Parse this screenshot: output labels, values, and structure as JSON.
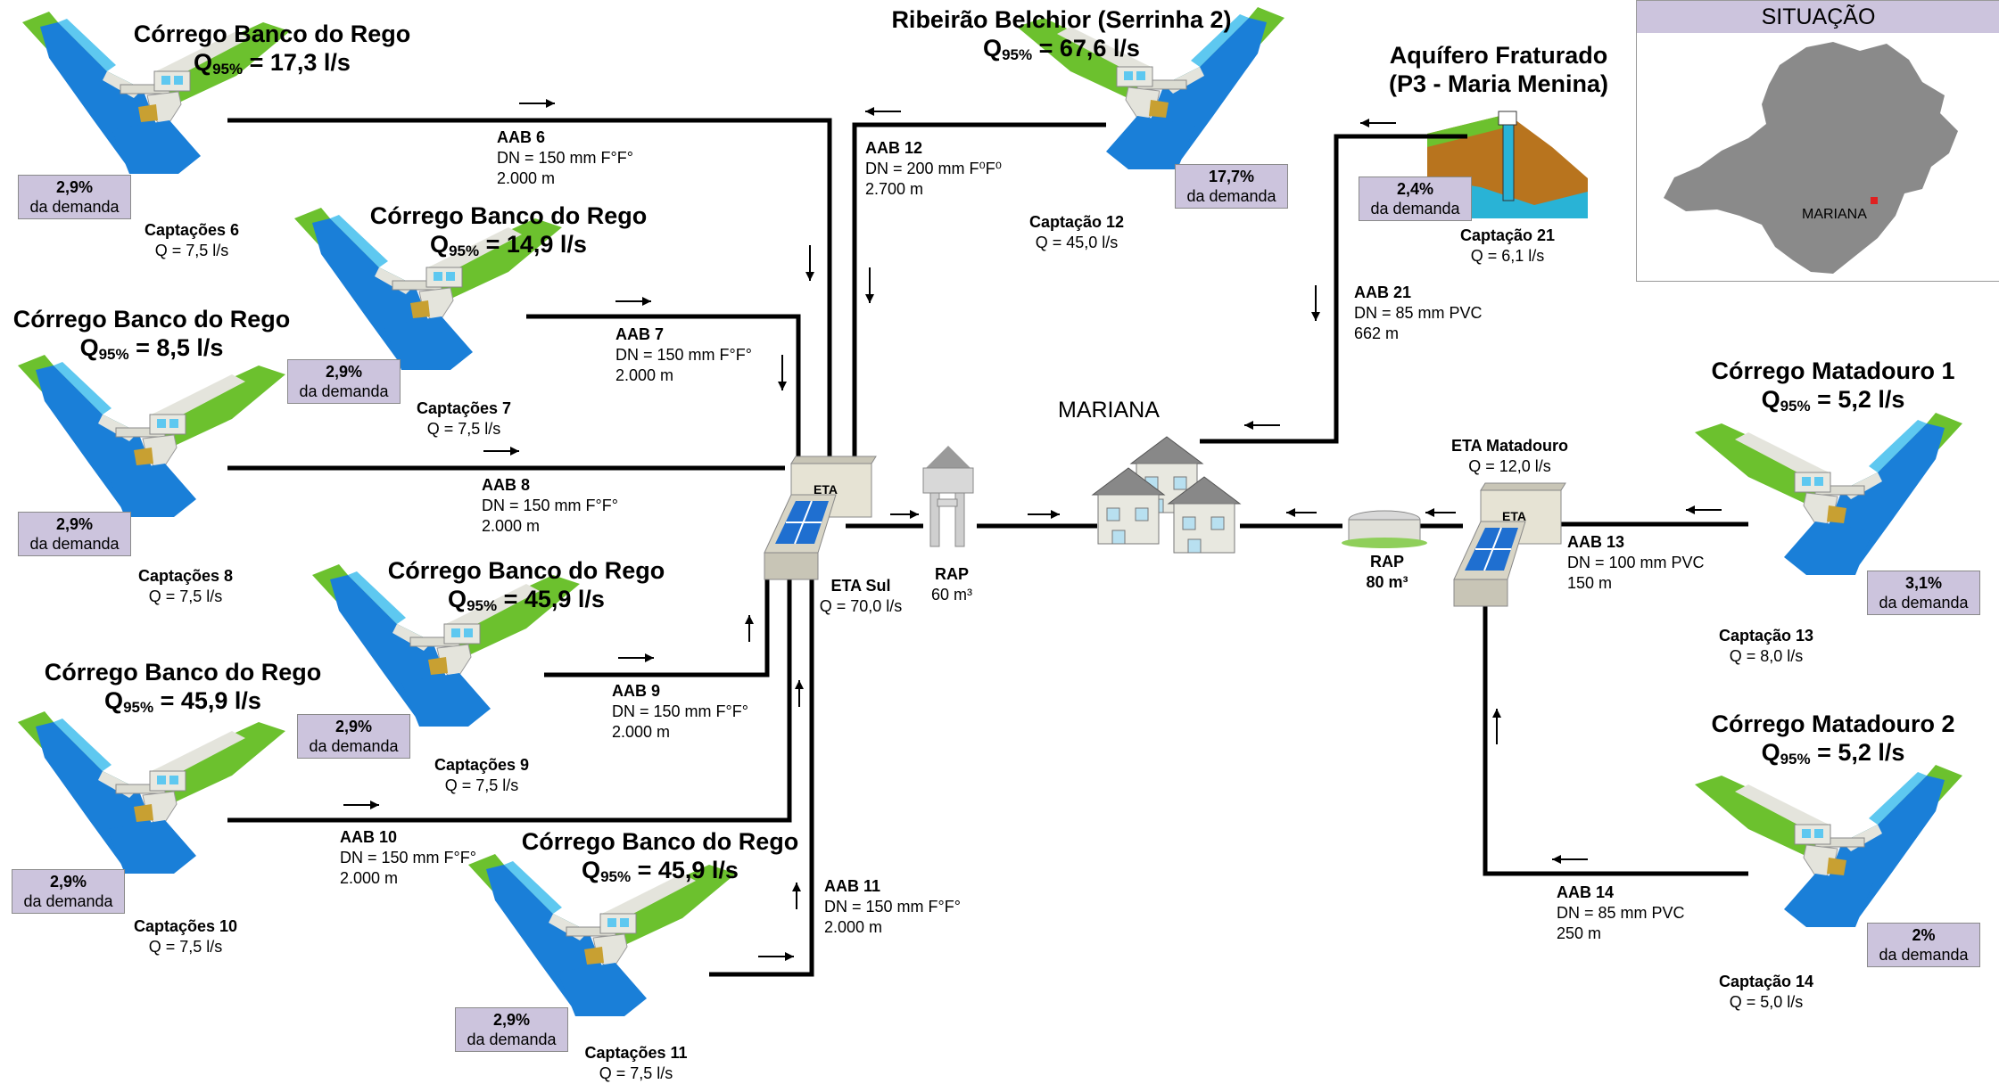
{
  "sources": [
    {
      "title": "Córrego Banco do Rego",
      "q_prefix": "Q",
      "q_sub": "95%",
      "q_value": " = 17,3 l/s"
    },
    {
      "title": "Córrego Banco do Rego",
      "q_prefix": "Q",
      "q_sub": "95%",
      "q_value": " = 14,9 l/s"
    },
    {
      "title": "Córrego Banco do Rego",
      "q_prefix": "Q",
      "q_sub": "95%",
      "q_value": " = 8,5 l/s"
    },
    {
      "title": "Córrego Banco do Rego",
      "q_prefix": "Q",
      "q_sub": "95%",
      "q_value": " = 45,9 l/s"
    },
    {
      "title": "Córrego Banco do Rego",
      "q_prefix": "Q",
      "q_sub": "95%",
      "q_value": " = 45,9 l/s"
    },
    {
      "title": "Córrego Banco do Rego",
      "q_prefix": "Q",
      "q_sub": "95%",
      "q_value": " = 45,9 l/s"
    },
    {
      "title": "Ribeirão Belchior (Serrinha 2)",
      "q_prefix": "Q",
      "q_sub": "95%",
      "q_value": " = 67,6 l/s"
    },
    {
      "title": "Aquífero Fraturado",
      "title2": "(P3 - Maria Menina)"
    },
    {
      "title": "Córrego Matadouro 1",
      "q_prefix": "Q",
      "q_sub": "95%",
      "q_value": " = 5,2 l/s"
    },
    {
      "title": "Córrego Matadouro 2",
      "q_prefix": "Q",
      "q_sub": "95%",
      "q_value": " = 5,2 l/s"
    }
  ],
  "captures": [
    {
      "name": "Captações 6",
      "flow": "Q = 7,5 l/s",
      "pct": "2,9%",
      "pct_label": "da demanda"
    },
    {
      "name": "Captações 7",
      "flow": "Q = 7,5 l/s",
      "pct": "2,9%",
      "pct_label": "da demanda"
    },
    {
      "name": "Captações 8",
      "flow": "Q = 7,5 l/s",
      "pct": "2,9%",
      "pct_label": "da demanda"
    },
    {
      "name": "Captações 9",
      "flow": "Q = 7,5 l/s",
      "pct": "2,9%",
      "pct_label": "da demanda"
    },
    {
      "name": "Captações 10",
      "flow": "Q = 7,5 l/s",
      "pct": "2,9%",
      "pct_label": "da demanda"
    },
    {
      "name": "Captações 11",
      "flow": "Q = 7,5 l/s",
      "pct": "2,9%",
      "pct_label": "da demanda"
    },
    {
      "name": "Captação 12",
      "flow": "Q = 45,0 l/s",
      "pct": "17,7%",
      "pct_label": "da demanda"
    },
    {
      "name": "Captação 21",
      "flow": "Q = 6,1 l/s",
      "pct": "2,4%",
      "pct_label": "da demanda"
    },
    {
      "name": "Captação 13",
      "flow": "Q = 8,0 l/s",
      "pct": "3,1%",
      "pct_label": "da demanda"
    },
    {
      "name": "Captação 14",
      "flow": "Q = 5,0 l/s",
      "pct": "2%",
      "pct_label": "da demanda"
    }
  ],
  "pipes": [
    {
      "name": "AAB 6",
      "dn": "DN = 150 mm F°F°",
      "len": "2.000 m"
    },
    {
      "name": "AAB 7",
      "dn": "DN = 150 mm F°F°",
      "len": "2.000 m"
    },
    {
      "name": "AAB 8",
      "dn": "DN = 150 mm F°F°",
      "len": "2.000 m"
    },
    {
      "name": "AAB 9",
      "dn": "DN = 150 mm F°F°",
      "len": "2.000 m"
    },
    {
      "name": "AAB 10",
      "dn": "DN = 150 mm F°F°",
      "len": "2.000 m"
    },
    {
      "name": "AAB 11",
      "dn": "DN = 150 mm F°F°",
      "len": "2.000 m"
    },
    {
      "name": "AAB 12",
      "dn": "DN = 200 mm F⁰F⁰",
      "len": "2.700 m"
    },
    {
      "name": "AAB 21",
      "dn": "DN = 85 mm PVC",
      "len": "662 m"
    },
    {
      "name": "AAB 13",
      "dn": "DN = 100 mm PVC",
      "len": "150 m"
    },
    {
      "name": "AAB 14",
      "dn": "DN = 85 mm PVC",
      "len": "250 m"
    }
  ],
  "eta_sul": {
    "badge": "ETA",
    "name": "ETA Sul",
    "flow": "Q = 70,0 l/s"
  },
  "eta_matadouro": {
    "badge": "ETA",
    "name": "ETA Matadouro",
    "flow": "Q = 12,0 l/s"
  },
  "rap_sul": {
    "name": "RAP",
    "vol": "60 m³"
  },
  "rap_matadouro": {
    "name": "RAP",
    "vol": "80 m³"
  },
  "city": "MARIANA",
  "situacao": {
    "title": "SITUAÇÃO",
    "city": "MARIANA"
  },
  "colors": {
    "terrain": "#6cc12e",
    "terrain_dark": "#4a9a1c",
    "water": "#1a7fd8",
    "water_light": "#5ec8f0",
    "wall": "#e4e4dc",
    "pipe": "#000000",
    "label_box": "#ccc4dd",
    "state": "#8a8a8a",
    "marker": "#e02020"
  }
}
